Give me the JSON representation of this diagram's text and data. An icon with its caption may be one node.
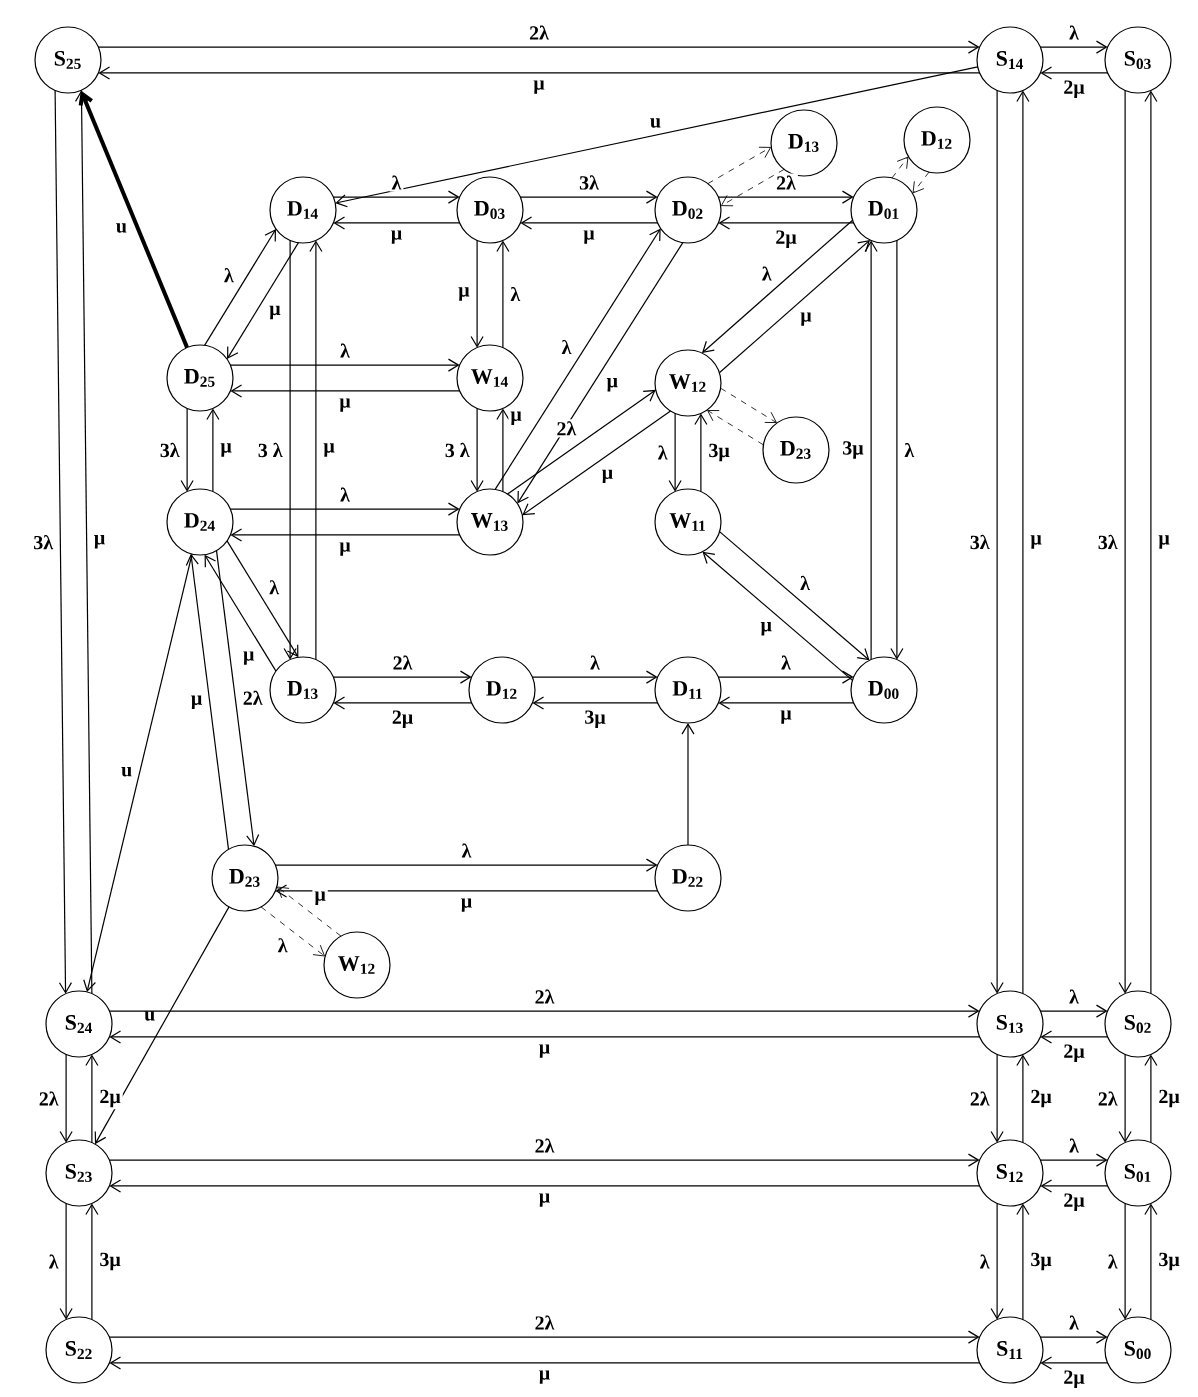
{
  "diagram": {
    "nodes": [
      {
        "text": [
          "S$_{25}$"
        ]
      },
      {
        "text": [
          "S$_{14}$"
        ]
      },
      {
        "text": [
          "S$_{03}$"
        ]
      },
      {
        "text": [
          "D$_{13}$"
        ]
      },
      {
        "text": [
          "D$_{12}$"
        ]
      },
      {
        "text": [
          "D$_{14}$"
        ]
      },
      {
        "text": [
          "D$_{03}$"
        ]
      },
      {
        "text": [
          "D$_{02}$"
        ]
      },
      {
        "text": [
          "D$_{01}$"
        ]
      },
      {
        "text": [
          "D$_{25}$"
        ]
      },
      {
        "text": [
          "W$_{14}$"
        ]
      },
      {
        "text": [
          "W$_{12}$"
        ]
      },
      {
        "text": [
          "D$_{23}$"
        ]
      },
      {
        "text": [
          "D$_{24}$"
        ]
      },
      {
        "text": [
          "W$_{13}$"
        ]
      },
      {
        "text": [
          "W$_{11}$"
        ]
      },
      {
        "text": [
          "D$_{13}$"
        ]
      },
      {
        "text": [
          "D$_{12}$"
        ]
      },
      {
        "text": [
          "D$_{11}$"
        ]
      },
      {
        "text": [
          "D$_{00}$"
        ]
      },
      {
        "text": [
          "D$_{23}$"
        ]
      },
      {
        "text": [
          "D$_{22}$"
        ]
      },
      {
        "text": [
          "W$_{12}$"
        ]
      },
      {
        "text": [
          "S$_{24}$"
        ]
      },
      {
        "text": [
          "S$_{13}$"
        ]
      },
      {
        "text": [
          "S$_{02}$"
        ]
      },
      {
        "text": [
          "S$_{23}$"
        ]
      },
      {
        "text": [
          "S$_{12}$"
        ]
      },
      {
        "text": [
          "S$_{01}$"
        ]
      },
      {
        "text": [
          "S$_{22}$"
        ]
      },
      {
        "text": [
          "S$_{11}$"
        ]
      },
      {
        "text": [
          "S$_{00}$"
        ]
      }
    ],
    "edges": [
      {
        "from": 0,
        "to": 1,
        "arrow": "to",
        "label": "2λ"
      },
      {
        "from": 1,
        "to": 0,
        "arrow": "to",
        "label": "μ"
      },
      {
        "from": 1,
        "to": 2,
        "arrow": "to",
        "label": "λ"
      },
      {
        "from": 2,
        "to": 1,
        "arrow": "to",
        "label": "2μ"
      },
      {
        "from": 1,
        "to": 5,
        "arrow": "to",
        "label": "u"
      },
      {
        "from": 0,
        "to": 23,
        "arrow": "to",
        "label": "3λ"
      },
      {
        "from": 23,
        "to": 0,
        "arrow": "to",
        "label": "μ"
      },
      {
        "from": 1,
        "to": 24,
        "arrow": "to",
        "label": "3λ"
      },
      {
        "from": 24,
        "to": 1,
        "arrow": "to",
        "label": "μ"
      },
      {
        "from": 2,
        "to": 25,
        "arrow": "to",
        "label": "3λ"
      },
      {
        "from": 25,
        "to": 2,
        "arrow": "to",
        "label": "μ"
      },
      {
        "from": 9,
        "to": 0,
        "arrow": "to",
        "label": "u",
        "style": "thick"
      },
      {
        "from": 9,
        "to": 5,
        "arrow": "to",
        "label": "λ"
      },
      {
        "from": 5,
        "to": 9,
        "arrow": "to",
        "label": "μ"
      },
      {
        "from": 6,
        "to": 5,
        "arrow": "to",
        "label": "μ"
      },
      {
        "from": 5,
        "to": 6,
        "arrow": "to",
        "label": "λ"
      },
      {
        "from": 7,
        "to": 6,
        "arrow": "to",
        "label": "μ"
      },
      {
        "from": 6,
        "to": 7,
        "arrow": "to",
        "label": "3λ"
      },
      {
        "from": 8,
        "to": 7,
        "arrow": "to",
        "label": "2μ"
      },
      {
        "from": 7,
        "to": 8,
        "arrow": "to",
        "label": "2λ"
      },
      {
        "from": 7,
        "to": 3,
        "arrow": "to",
        "style": "dashed"
      },
      {
        "from": 3,
        "to": 7,
        "arrow": "to",
        "style": "dashed"
      },
      {
        "from": 8,
        "to": 4,
        "arrow": "to",
        "style": "dashed"
      },
      {
        "from": 4,
        "to": 8,
        "arrow": "to",
        "style": "dashed"
      },
      {
        "from": 9,
        "to": 10,
        "arrow": "to",
        "label": "λ"
      },
      {
        "from": 10,
        "to": 9,
        "arrow": "to",
        "label": "μ"
      },
      {
        "from": 6,
        "to": 10,
        "arrow": "to",
        "label": "μ"
      },
      {
        "from": 10,
        "to": 6,
        "arrow": "to",
        "label": "λ"
      },
      {
        "from": 9,
        "to": 13,
        "arrow": "to",
        "label": "3λ"
      },
      {
        "from": 13,
        "to": 9,
        "arrow": "to",
        "label": "μ"
      },
      {
        "from": 5,
        "to": 16,
        "arrow": "to",
        "label": "3 λ"
      },
      {
        "from": 16,
        "to": 5,
        "arrow": "to",
        "label": "μ"
      },
      {
        "from": 10,
        "to": 14,
        "arrow": "to",
        "label": "3 λ"
      },
      {
        "from": 14,
        "to": 10,
        "arrow": "to",
        "label": "μ"
      },
      {
        "from": 14,
        "to": 7,
        "arrow": "to",
        "label": "λ"
      },
      {
        "from": 7,
        "to": 14,
        "arrow": "to",
        "label": "μ"
      },
      {
        "from": 14,
        "to": 11,
        "arrow": "to",
        "label": "2λ"
      },
      {
        "from": 11,
        "to": 14,
        "arrow": "to",
        "label": "μ"
      },
      {
        "from": 8,
        "to": 11,
        "arrow": "to",
        "label": "λ"
      },
      {
        "from": 11,
        "to": 8,
        "arrow": "to",
        "label": "μ"
      },
      {
        "from": 11,
        "to": 12,
        "arrow": "to",
        "style": "dashed"
      },
      {
        "from": 12,
        "to": 11,
        "arrow": "to",
        "style": "dashed"
      },
      {
        "from": 11,
        "to": 15,
        "arrow": "to",
        "label": "λ"
      },
      {
        "from": 15,
        "to": 11,
        "arrow": "to",
        "label": "3μ"
      },
      {
        "from": 8,
        "to": 19,
        "arrow": "to",
        "label": "λ"
      },
      {
        "from": 19,
        "to": 8,
        "arrow": "to",
        "label": "3μ"
      },
      {
        "from": 13,
        "to": 14,
        "arrow": "to",
        "label": "λ"
      },
      {
        "from": 14,
        "to": 13,
        "arrow": "to",
        "label": "μ"
      },
      {
        "from": 13,
        "to": 16,
        "arrow": "to",
        "label": "λ"
      },
      {
        "from": 16,
        "to": 13,
        "arrow": "to",
        "label": "μ"
      },
      {
        "from": 15,
        "to": 19,
        "arrow": "to",
        "label": "λ"
      },
      {
        "from": 19,
        "to": 15,
        "arrow": "to",
        "label": "μ"
      },
      {
        "from": 17,
        "to": 16,
        "arrow": "to",
        "label": "2μ"
      },
      {
        "from": 16,
        "to": 17,
        "arrow": "to",
        "label": "2λ"
      },
      {
        "from": 18,
        "to": 17,
        "arrow": "to",
        "label": "3μ"
      },
      {
        "from": 17,
        "to": 18,
        "arrow": "to",
        "label": "λ"
      },
      {
        "from": 19,
        "to": 18,
        "arrow": "to",
        "label": "μ"
      },
      {
        "from": 18,
        "to": 19,
        "arrow": "to",
        "label": "λ"
      },
      {
        "from": 21,
        "to": 18,
        "arrow": "to"
      },
      {
        "from": 20,
        "to": 21,
        "arrow": "to",
        "label": "λ"
      },
      {
        "from": 21,
        "to": 20,
        "arrow": "to",
        "label": "μ"
      },
      {
        "from": 20,
        "to": 22,
        "arrow": "to",
        "label": "λ",
        "style": "dashed"
      },
      {
        "from": 22,
        "to": 20,
        "arrow": "to",
        "label": "μ",
        "style": "dashed"
      },
      {
        "from": 13,
        "to": 23,
        "arrow": "to",
        "label": "u"
      },
      {
        "from": 13,
        "to": 20,
        "arrow": "to",
        "label": "2λ"
      },
      {
        "from": 20,
        "to": 13,
        "arrow": "to",
        "label": "μ"
      },
      {
        "from": 20,
        "to": 26,
        "arrow": "to",
        "label": "u"
      },
      {
        "from": 23,
        "to": 24,
        "arrow": "to",
        "label": "2λ"
      },
      {
        "from": 24,
        "to": 23,
        "arrow": "to",
        "label": "μ"
      },
      {
        "from": 24,
        "to": 25,
        "arrow": "to",
        "label": "λ"
      },
      {
        "from": 25,
        "to": 24,
        "arrow": "to",
        "label": "2μ"
      },
      {
        "from": 23,
        "to": 26,
        "arrow": "to",
        "label": "2λ"
      },
      {
        "from": 26,
        "to": 23,
        "arrow": "to",
        "label": "2μ"
      },
      {
        "from": 24,
        "to": 27,
        "arrow": "to",
        "label": "2λ"
      },
      {
        "from": 27,
        "to": 24,
        "arrow": "to",
        "label": "2μ"
      },
      {
        "from": 25,
        "to": 28,
        "arrow": "to",
        "label": "2λ"
      },
      {
        "from": 28,
        "to": 25,
        "arrow": "to",
        "label": "2μ"
      },
      {
        "from": 26,
        "to": 27,
        "arrow": "to",
        "label": "2λ"
      },
      {
        "from": 27,
        "to": 26,
        "arrow": "to",
        "label": "μ"
      },
      {
        "from": 27,
        "to": 28,
        "arrow": "to",
        "label": "λ"
      },
      {
        "from": 28,
        "to": 27,
        "arrow": "to",
        "label": "2μ"
      },
      {
        "from": 26,
        "to": 29,
        "arrow": "to",
        "label": "λ"
      },
      {
        "from": 29,
        "to": 26,
        "arrow": "to",
        "label": "3μ"
      },
      {
        "from": 27,
        "to": 30,
        "arrow": "to",
        "label": "λ"
      },
      {
        "from": 30,
        "to": 27,
        "arrow": "to",
        "label": "3μ"
      },
      {
        "from": 28,
        "to": 31,
        "arrow": "to",
        "label": "λ"
      },
      {
        "from": 31,
        "to": 28,
        "arrow": "to",
        "label": "3μ"
      },
      {
        "from": 29,
        "to": 30,
        "arrow": "to",
        "label": "2λ"
      },
      {
        "from": 30,
        "to": 29,
        "arrow": "to",
        "label": "μ"
      },
      {
        "from": 30,
        "to": 31,
        "arrow": "to",
        "label": "λ"
      },
      {
        "from": 31,
        "to": 30,
        "arrow": "to",
        "label": "2μ"
      }
    ]
  }
}
